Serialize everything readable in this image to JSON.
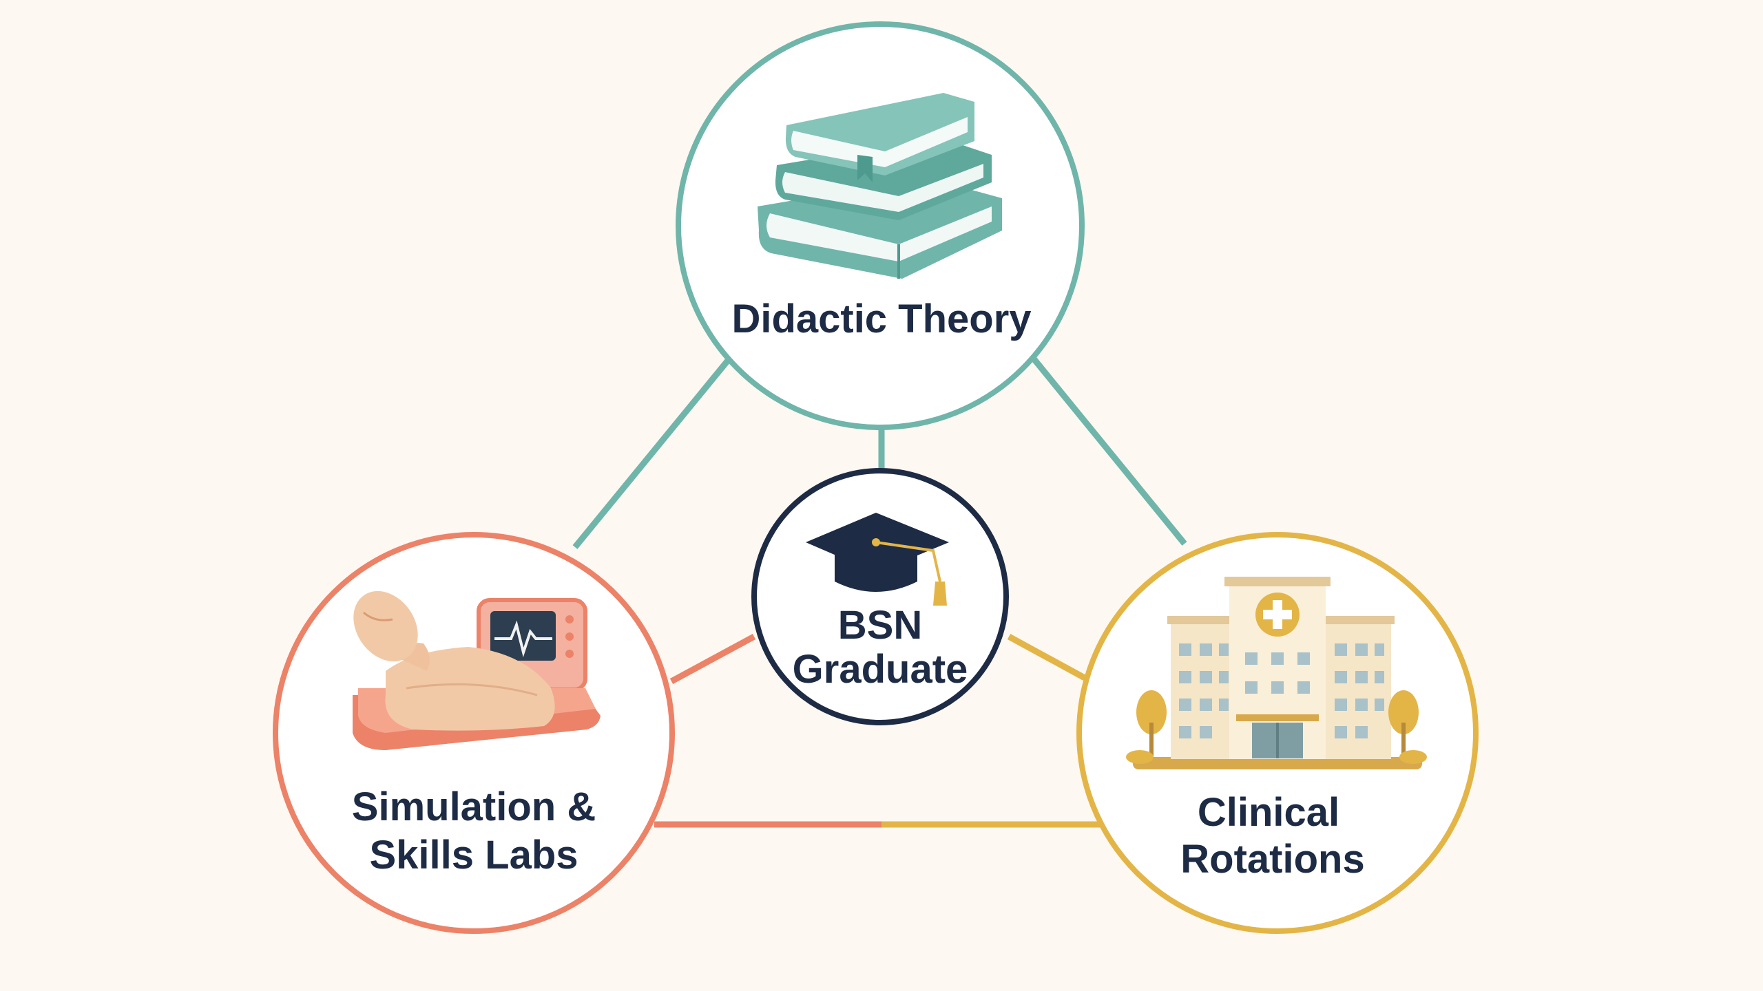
{
  "colors": {
    "background": "#fdf8f1",
    "teal": "#6fb5aa",
    "coral": "#ec8267",
    "gold": "#e3b547",
    "navy": "#1d2b45",
    "circle_fill": "#ffffff"
  },
  "nodes": {
    "top": {
      "label": "Didactic Theory",
      "icon": "books-stack-icon"
    },
    "left": {
      "label_line1": "Simulation &",
      "label_line2": "Skills Labs",
      "icon": "manikin-monitor-icon"
    },
    "right": {
      "label_line1": "Clinical",
      "label_line2": "Rotations",
      "icon": "hospital-icon"
    },
    "center": {
      "label_line1": "BSN",
      "label_line2": "Graduate",
      "icon": "graduation-cap-icon"
    }
  }
}
